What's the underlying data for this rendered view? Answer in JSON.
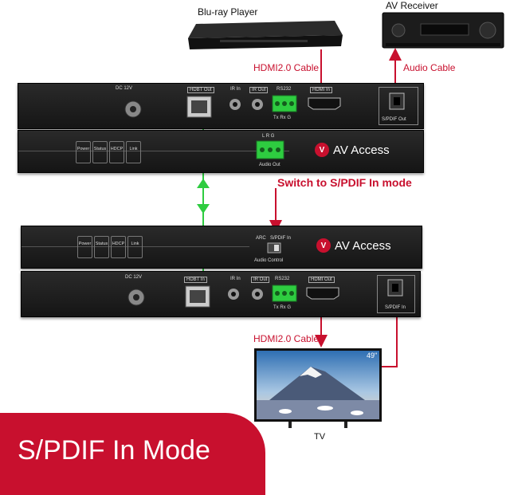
{
  "labels": {
    "bluray": "Blu-ray Player",
    "receiver": "AV Receiver",
    "hdmi_cable_top": "HDMI2.0 Cable",
    "audio_cable": "Audio Cable",
    "switch_note": "Switch to S/PDIF In mode",
    "hdmi_cable_bottom": "HDMI2.0 Cable",
    "tv": "TV",
    "tv_size": "49\"",
    "mode_banner": "S/PDIF In Mode"
  },
  "tx_rear": {
    "dc": "DC 12V",
    "hdbt": "HDBT Out",
    "ir_in": "IR In",
    "ir_out": "IR Out",
    "rs232": "RS232",
    "rs232_pins": "Tx  Rx  G",
    "hdmi": "HDMI In",
    "spdif": "S/PDIF Out"
  },
  "tx_front": {
    "leds": [
      "Power",
      "Status",
      "HDCP",
      "Link"
    ],
    "audio_pins": "L  R  G",
    "audio_out": "Audio Out",
    "brand": "AV Access",
    "brand_mark": "V"
  },
  "rx_front": {
    "leds": [
      "Power",
      "Status",
      "HDCP",
      "Link"
    ],
    "arc": "ARC",
    "spdif_in": "S/PDIF In",
    "audio_control": "Audio Control",
    "brand": "AV Access",
    "brand_mark": "V"
  },
  "rx_rear": {
    "dc": "DC 12V",
    "hdbt": "HDBT In",
    "ir_in": "IR In",
    "ir_out": "IR Out",
    "rs232": "RS232",
    "rs232_pins": "Tx  Rx  G",
    "hdmi": "HDMI Out",
    "spdif": "S/PDIF In"
  },
  "colors": {
    "red": "#c8102e",
    "green": "#2ecc40",
    "panel": "#1d1d1d"
  }
}
